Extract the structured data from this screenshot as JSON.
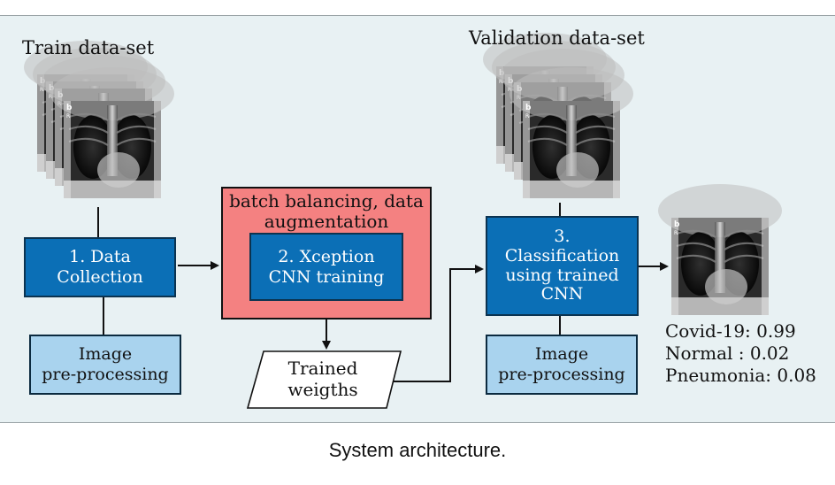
{
  "diagram": {
    "train_title": "Train data-set",
    "validation_title": "Validation data-set",
    "step1": "1. Data\nCollection",
    "step1_preprocess": "Image\npre-processing",
    "step2_outer": "batch balancing, data\naugmentation",
    "step2_inner": "2. Xception\nCNN training",
    "trained_weights": "Trained\nweigths",
    "step3": "3.\nClassification\nusing trained\nCNN",
    "step3_preprocess": "Image\npre-processing",
    "results": [
      "Covid-19: 0.99",
      "Normal : 0.02",
      "Pneumonia: 0.08"
    ],
    "caption": "System architecture."
  },
  "colors": {
    "panel_bg": "#e8f1f3",
    "step_blue": "#0b6fb6",
    "preprocess_blue": "#a9d3ee",
    "training_red": "#f48181"
  },
  "icons": [
    "chest-xray-image-stack",
    "chest-xray-image",
    "arrow-right",
    "arrow-down"
  ]
}
